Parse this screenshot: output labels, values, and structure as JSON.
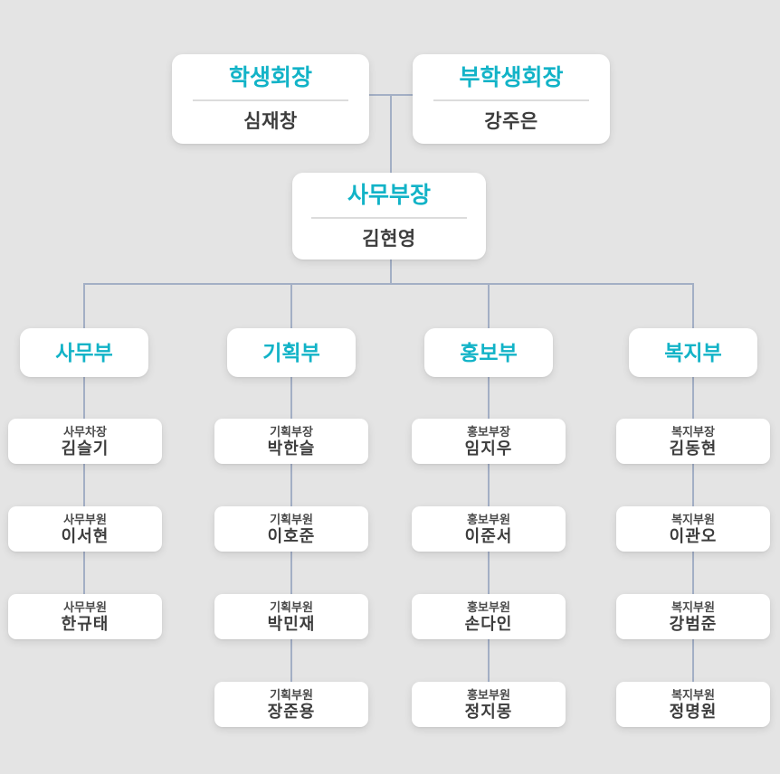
{
  "theme": {
    "background": "#e4e4e4",
    "card_background": "#ffffff",
    "accent": "#12b3c7",
    "connector_color": "#a3afc5",
    "divider_color": "#dcdcdc",
    "name_color": "#3d3d3d",
    "role_color": "#4a4a4a"
  },
  "org": {
    "top": [
      {
        "title": "학생회장",
        "name": "심재창"
      },
      {
        "title": "부학생회장",
        "name": "강주은"
      }
    ],
    "manager": {
      "title": "사무부장",
      "name": "김현영"
    },
    "departments": [
      {
        "title": "사무부",
        "members": [
          {
            "role": "사무차장",
            "name": "김슬기"
          },
          {
            "role": "사무부원",
            "name": "이서현"
          },
          {
            "role": "사무부원",
            "name": "한규태"
          }
        ]
      },
      {
        "title": "기획부",
        "members": [
          {
            "role": "기획부장",
            "name": "박한슬"
          },
          {
            "role": "기획부원",
            "name": "이호준"
          },
          {
            "role": "기획부원",
            "name": "박민재"
          },
          {
            "role": "기획부원",
            "name": "장준용"
          }
        ]
      },
      {
        "title": "홍보부",
        "members": [
          {
            "role": "홍보부장",
            "name": "임지우"
          },
          {
            "role": "홍보부원",
            "name": "이준서"
          },
          {
            "role": "홍보부원",
            "name": "손다인"
          },
          {
            "role": "홍보부원",
            "name": "정지몽"
          }
        ]
      },
      {
        "title": "복지부",
        "members": [
          {
            "role": "복지부장",
            "name": "김동현"
          },
          {
            "role": "복지부원",
            "name": "이관오"
          },
          {
            "role": "복지부원",
            "name": "강범준"
          },
          {
            "role": "복지부원",
            "name": "정명원"
          }
        ]
      }
    ]
  }
}
